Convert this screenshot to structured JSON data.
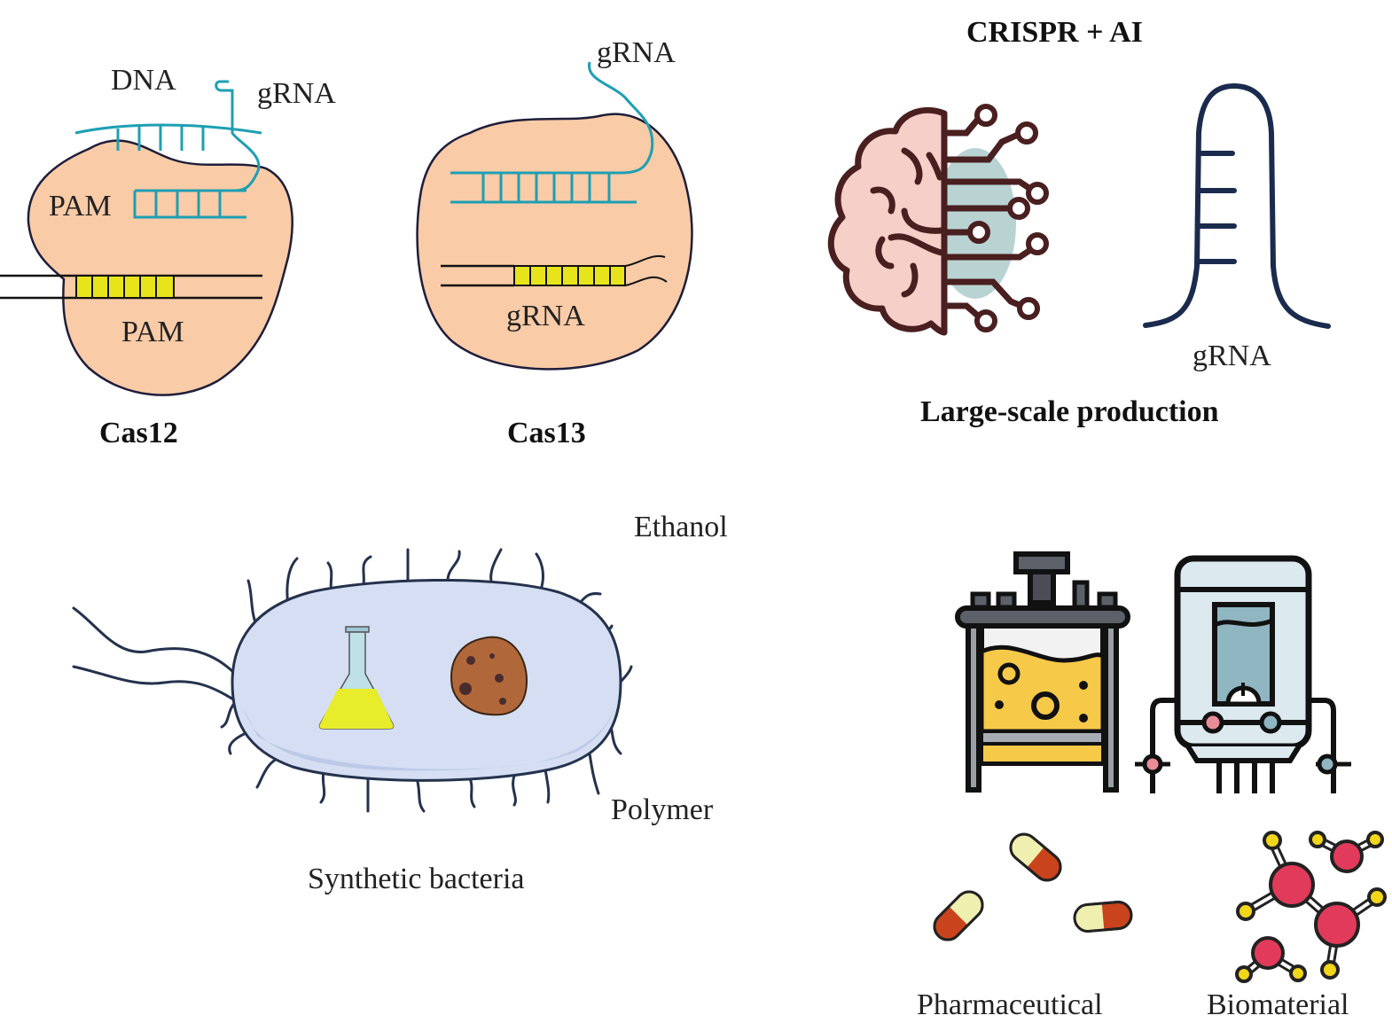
{
  "figure": {
    "panels": {
      "cas12": {
        "title": "Cas12",
        "labels": {
          "dna": "DNA",
          "grna": "gRNA",
          "pam_upper": "PAM",
          "pam_lower": "PAM"
        }
      },
      "cas13": {
        "title": "Cas13",
        "labels": {
          "grna_top": "gRNA",
          "grna_inner": "gRNA"
        }
      },
      "crispr_ai": {
        "title": "CRISPR + AI",
        "grna_label": "gRNA",
        "caption": "Large-scale production"
      },
      "bacteria": {
        "caption": "Synthetic bacteria",
        "products": [
          "Ethanol",
          "Polymer"
        ]
      },
      "industry": {
        "products": [
          "Pharmaceutical",
          "Biomaterial"
        ]
      }
    },
    "colors": {
      "protein_fill": "#f9cba7",
      "rna_teal": "#1e9fb3",
      "pam_yellow": "#e8e41c",
      "brain_pink": "#f6cfc8",
      "brain_outline": "#4a1f1f",
      "hairpin_navy": "#1b2b4e",
      "cell_blue": "#d5def2",
      "fermenter_yellow": "#f7c948"
    }
  }
}
